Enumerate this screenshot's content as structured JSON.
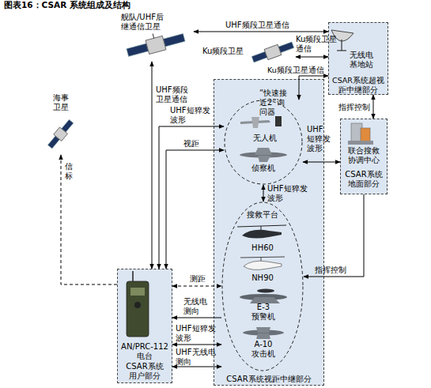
{
  "diagram": {
    "title": "图表16：CSAR 系统组成及结构",
    "nodes": [
      {
        "text": [
          "舰队/UHF后 继通信卫星"
        ]
      },
      {
        "text": [
          "Ku频段卫星"
        ]
      },
      {
        "text": [
          "CSAR系统超视 距中继部分"
        ]
      },
      {
        "text": [
          "无线电 基地站"
        ],
        "in": 2
      },
      {
        "text": [
          "海事 卫星"
        ]
      },
      {
        "text": [
          "CSAR系统视距中继部分"
        ]
      },
      {
        "text": [
          "“快速接 近2”询 问器"
        ],
        "in": 5
      },
      {
        "text": [
          "无人机"
        ],
        "in": 6
      },
      {
        "text": [
          "侦察机"
        ],
        "in": 6
      },
      {
        "text": [
          "搜救平台"
        ],
        "in": 5
      },
      {
        "text": [
          "HH60"
        ],
        "in": 9
      },
      {
        "text": [
          "NH90"
        ],
        "in": 9
      },
      {
        "text": [
          "E-3 预警机"
        ],
        "in": 9
      },
      {
        "text": [
          "A-10 攻击机"
        ],
        "in": 9
      },
      {
        "text": [
          "联合搜救 协调中心",
          "CSAR系统 地面部分"
        ]
      },
      {
        "text": [
          "AN/PRC-112 电台",
          "CSAR系统 用户部分"
        ]
      }
    ],
    "edges": [
      {
        "from": 0,
        "to": 2,
        "label": "UHF频段卫星通信",
        "arrow": "both"
      },
      {
        "from": 1,
        "to": 2,
        "label": "Ku频段卫星 通信",
        "arrow": "both"
      },
      {
        "from": 6,
        "to": 2,
        "label": "Ku频段卫星通信",
        "arrow": "both"
      },
      {
        "from": 0,
        "to": 15,
        "label": "UHF频段 卫星通信",
        "arrow": "both"
      },
      {
        "from": 6,
        "to": 15,
        "label": "UHF短猝发 波形",
        "arrow": "both"
      },
      {
        "from": 6,
        "to": 15,
        "label": "视距",
        "arrow": "both"
      },
      {
        "from": 15,
        "to": 4,
        "label": "信标",
        "arrow": "to"
      },
      {
        "from": 2,
        "to": 14,
        "label": "指挥控制",
        "arrow": "both"
      },
      {
        "from": 14,
        "to": 6,
        "label": "UHF 短猝发 波形",
        "arrow": "both"
      },
      {
        "from": 6,
        "to": 9,
        "label": "UHF短猝发 波形",
        "arrow": "both"
      },
      {
        "from": 14,
        "to": 9,
        "label": "指挥控制",
        "arrow": "to"
      },
      {
        "from": 15,
        "to": 9,
        "label": "测距",
        "arrow": "both"
      },
      {
        "from": 9,
        "to": 15,
        "label": "无线电 测向",
        "arrow": "to"
      },
      {
        "from": 15,
        "to": 9,
        "label": "UHF短猝发 波形",
        "arrow": "both"
      },
      {
        "from": 15,
        "to": 9,
        "label": "UHF无线电 测向",
        "arrow": "both"
      }
    ]
  }
}
